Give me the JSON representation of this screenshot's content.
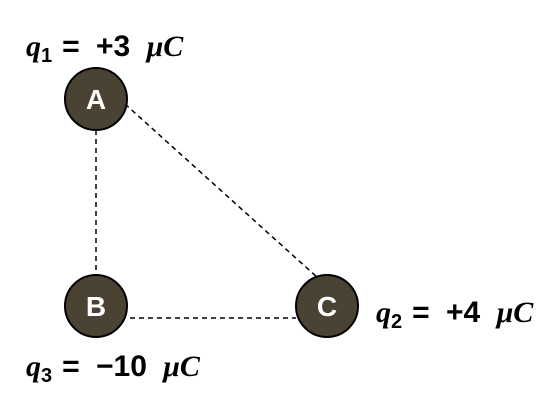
{
  "nodes": [
    {
      "id": "A",
      "label": "A"
    },
    {
      "id": "B",
      "label": "B"
    },
    {
      "id": "C",
      "label": "C"
    }
  ],
  "edges": [
    {
      "from": "A",
      "to": "C",
      "style": "dashed"
    },
    {
      "from": "A",
      "to": "B",
      "style": "dashed"
    },
    {
      "from": "B",
      "to": "C",
      "style": "dashed"
    }
  ],
  "charges": {
    "q1": {
      "symbol": "q",
      "subscript": "1",
      "value": "+3",
      "unit": "μC"
    },
    "q2": {
      "symbol": "q",
      "subscript": "2",
      "value": "+4",
      "unit": "μC"
    },
    "q3": {
      "symbol": "q",
      "subscript": "3",
      "value": "−10",
      "unit": "μC"
    }
  },
  "colors": {
    "node_fill": "#4a4232",
    "node_stroke": "#000000",
    "node_text": "#ffffff",
    "line": "#000000",
    "label_text": "#000000"
  }
}
